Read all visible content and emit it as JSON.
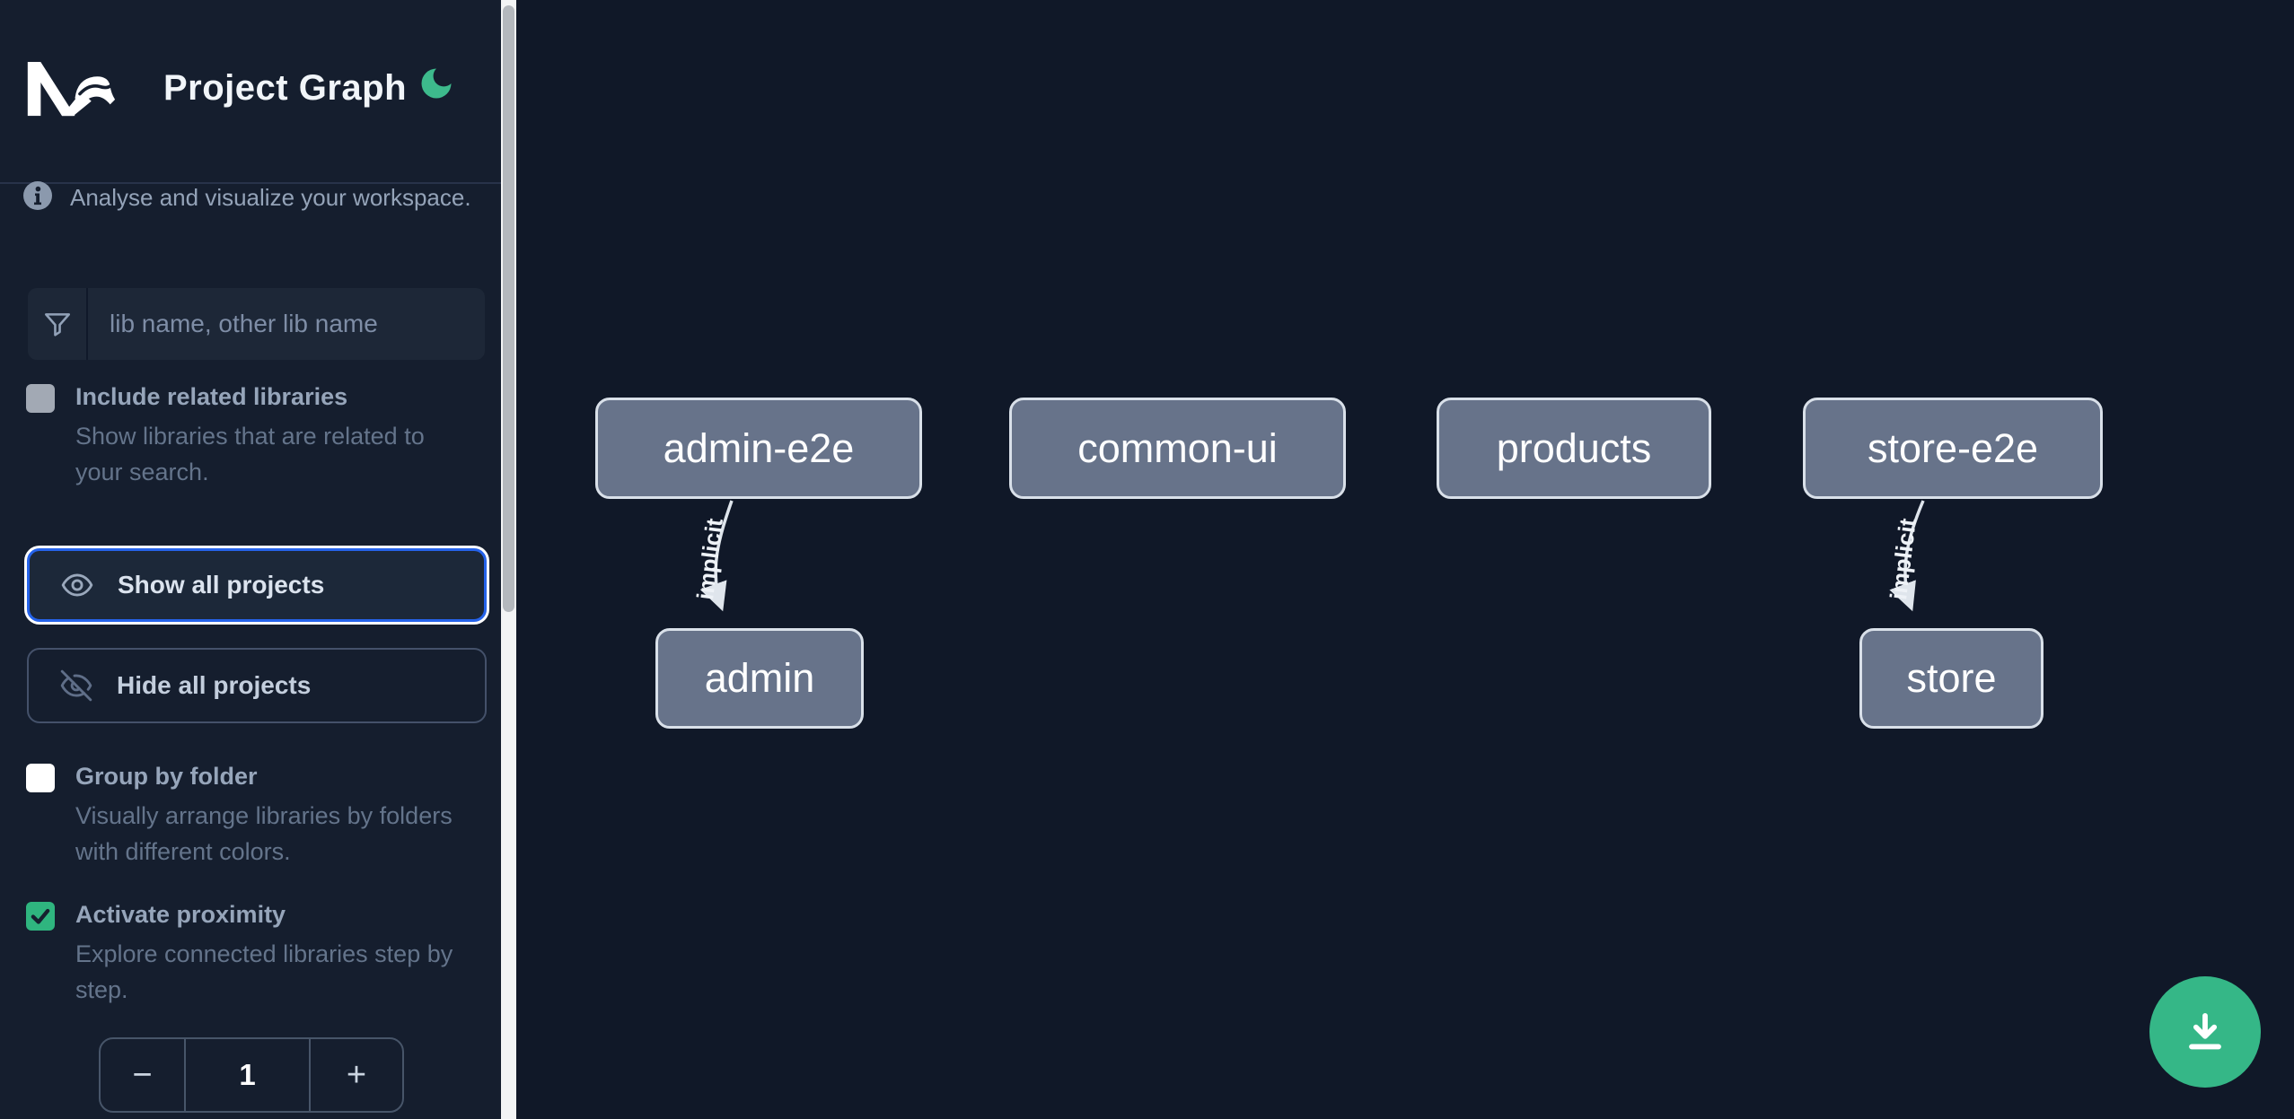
{
  "app": {
    "title": "Project Graph"
  },
  "sidebar": {
    "info_text": "Analyse and visualize your workspace.",
    "search": {
      "placeholder": "lib name, other lib name"
    },
    "options": [
      {
        "label": "Include related libraries",
        "description": "Show libraries that are related to your search.",
        "checked": false
      },
      {
        "label": "Group by folder",
        "description": "Visually arrange libraries by folders with different colors.",
        "checked": false
      },
      {
        "label": "Activate proximity",
        "description": "Explore connected libraries step by step.",
        "checked": true
      }
    ],
    "buttons": {
      "show_all": "Show all projects",
      "hide_all": "Hide all projects"
    },
    "stepper": {
      "decrement": "−",
      "value": "1",
      "increment": "+"
    }
  },
  "graph": {
    "nodes": [
      {
        "label": "admin-e2e"
      },
      {
        "label": "common-ui"
      },
      {
        "label": "products"
      },
      {
        "label": "store-e2e"
      },
      {
        "label": "admin"
      },
      {
        "label": "store"
      }
    ],
    "edges": [
      {
        "from": "admin-e2e",
        "to": "admin",
        "label": "implicit"
      },
      {
        "from": "store-e2e",
        "to": "store",
        "label": "implicit"
      }
    ]
  },
  "colors": {
    "sidebar-bg": "#151e2e",
    "canvas-bg": "#101828",
    "accent-green": "#35b787",
    "check-green": "#2fb57f",
    "moon-green": "#3dba8c",
    "focus-blue": "#2563eb",
    "node-fill": "#67738a",
    "node-border": "#d9e0e9",
    "edge-color": "#dfe5ec"
  }
}
